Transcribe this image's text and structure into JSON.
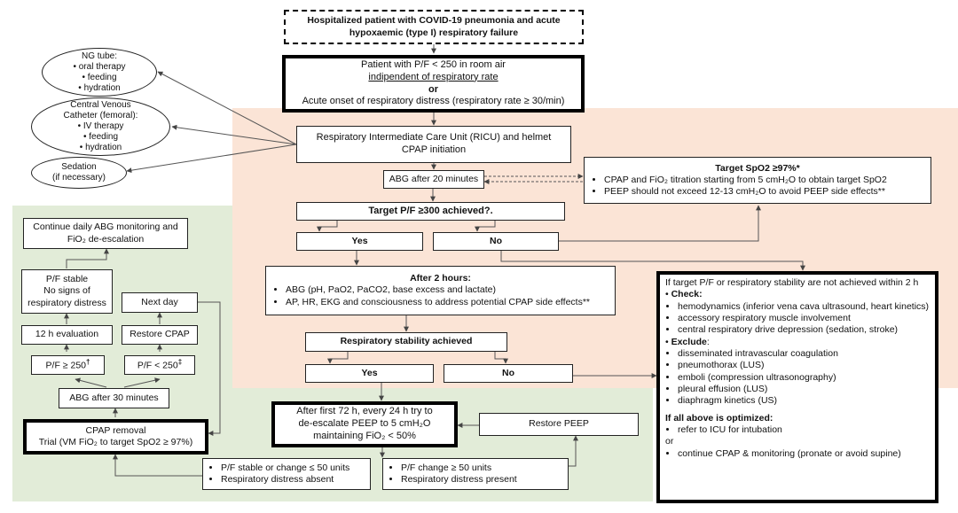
{
  "top": {
    "line1": "Hospitalized patient with COVID-19 pneumonia and acute",
    "line2": "hypoxaemic (type I) respiratory failure"
  },
  "entry": {
    "line1": "Patient with P/F < 250 in room air",
    "line2": "indipendent of respiratory rate",
    "line3": "or",
    "line4": "Acute onset of respiratory distress (respiratory rate ≥ 30/min)"
  },
  "ng": {
    "title": "NG tube:",
    "items": [
      "oral therapy",
      "feeding",
      "hydration"
    ]
  },
  "cvc": {
    "title1": "Central Venous",
    "title2": "Catheter (femoral):",
    "items": [
      "IV therapy",
      "feeding",
      "hydration"
    ]
  },
  "sedation": {
    "line1": "Sedation",
    "line2": "(if necessary)"
  },
  "ricu": {
    "line1": "Respiratory Intermediate Care Unit (RICU) and helmet",
    "line2": "CPAP initiation"
  },
  "abg20": "ABG after 20 minutes",
  "target_spo2": {
    "title": "Target SpO2 ≥97%*",
    "items": [
      "CPAP and FiO₂ titration starting from 5 cmH₂O to obtain target SpO2",
      "PEEP should not exceed 12-13 cmH₂O to avoid PEEP side effects**"
    ]
  },
  "target_pf": "Target P/F ≥300 achieved?.",
  "yes1": "Yes",
  "no1": "No",
  "after2h": {
    "title": "After 2 hours:",
    "items": [
      "ABG (pH, PaO2, PaCO2, base excess and lactate)",
      "AP, HR, EKG and consciousness to address potential CPAP side effects**"
    ]
  },
  "resp_stab": "Respiratory stability achieved",
  "yes2": "Yes",
  "no2": "No",
  "after72": {
    "line1": "After first 72 h, every 24 h try to",
    "line2": "de-escalate PEEP to 5 cmH₂O",
    "line3": "maintaining FiO₂ < 50%"
  },
  "restore_peep": "Restore PEEP",
  "stable": {
    "items": [
      "P/F stable or change ≤ 50 units",
      "Respiratory distress absent"
    ]
  },
  "unstable": {
    "items": [
      "P/F change ≥ 50 units",
      "Respiratory distress present"
    ]
  },
  "continue_daily": {
    "line1": "Continue daily ABG monitoring and",
    "line2": "FiO₂ de-escalation"
  },
  "pf_stable": {
    "line1": "P/F stable",
    "line2": "No signs of",
    "line3": "respiratory distress"
  },
  "next_day": "Next day",
  "eval12": "12 h evaluation",
  "restore_cpap": "Restore CPAP",
  "pf_ge": "P/F ≥ 250",
  "pf_ge_mark": "†",
  "pf_lt": "P/F < 250",
  "pf_lt_mark": "‡",
  "abg30": "ABG after 30 minutes",
  "cpap_removal": {
    "line1": "CPAP removal",
    "line2": "Trial (VM FiO₂ to target SpO2 ≥ 97%)"
  },
  "fail": {
    "intro": "If target P/F or respiratory stability are not achieved within 2 h",
    "check": "Check",
    "check_items": [
      "hemodynamics (inferior vena cava ultrasound, heart kinetics)",
      "accessory respiratory muscle involvement",
      "central respiratory drive depression (sedation, stroke)"
    ],
    "exclude": "Exclude",
    "exclude_items": [
      "disseminated intravascular coagulation",
      "pneumothorax (LUS)",
      "emboli (compression ultrasonography)",
      "pleural effusion (LUS)",
      "diaphragm kinetics (US)"
    ],
    "optimized": "If all above is optimized:",
    "opt_item1": "refer to ICU for intubation",
    "or": "or",
    "opt_item2": "continue CPAP & monitoring (pronate or avoid supine)"
  },
  "colors": {
    "peach": "#fbe4d6",
    "green": "#e2ecd8"
  }
}
